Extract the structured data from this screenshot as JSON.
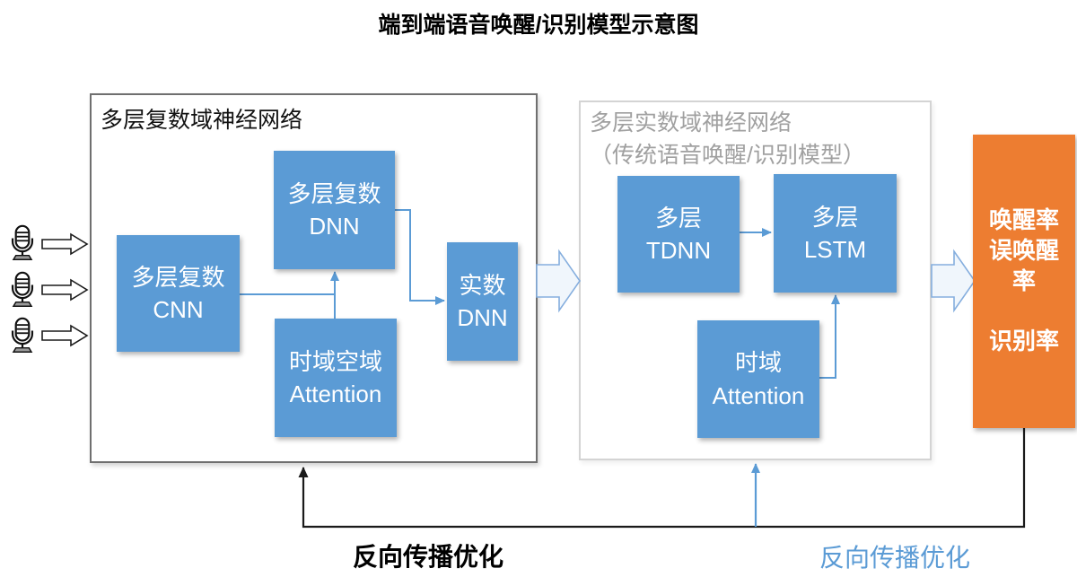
{
  "title": "端到端语音唤醒/识别模型示意图",
  "input": {
    "mic_count": 3,
    "mic_icon": "microphone-icon"
  },
  "complex_net": {
    "label": "多层复数域神经网络",
    "nodes": {
      "cnn": {
        "line1": "多层复数",
        "line2": "CNN"
      },
      "dnn": {
        "line1": "多层复数",
        "line2": "DNN"
      },
      "attention": {
        "line1": "时域空域",
        "line2": "Attention"
      },
      "real_dnn": {
        "line1": "实数",
        "line2": "DNN"
      }
    }
  },
  "real_net": {
    "label_line1": "多层实数域神经网络",
    "label_line2": "（传统语音唤醒/识别模型）",
    "nodes": {
      "tdnn": {
        "line1": "多层",
        "line2": "TDNN"
      },
      "lstm": {
        "line1": "多层",
        "line2": "LSTM"
      },
      "attention": {
        "line1": "时域",
        "line2": "Attention"
      }
    }
  },
  "output": {
    "line1": "唤醒率",
    "line2": "误唤醒率",
    "line3": "识别率"
  },
  "feedback": {
    "black_label": "反向传播优化",
    "blue_label": "反向传播优化"
  },
  "colors": {
    "node_blue": "#5B9BD5",
    "output_orange": "#ED7D31",
    "connector_blue": "#5B9BD5",
    "feedback_black": "#1a1a1a",
    "container_gray_border": "#d4d4d4",
    "gray_label_text": "#a0a0a0"
  }
}
